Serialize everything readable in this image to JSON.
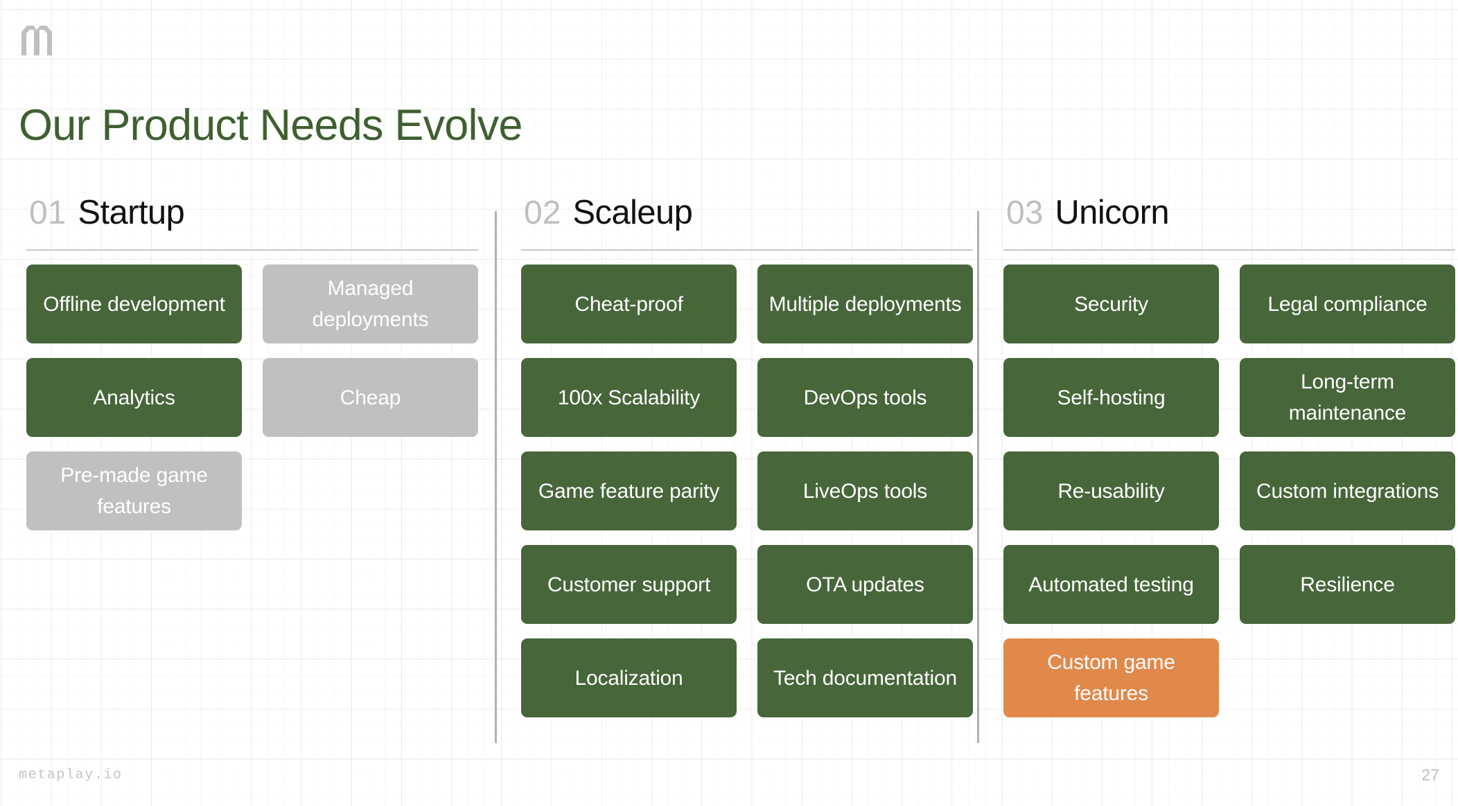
{
  "slide": {
    "logo_icon": "metaplay-m-logo",
    "title": "Our Product Needs Evolve",
    "title_color": "#3F6030",
    "background_color": "#FFFFFF"
  },
  "palette": {
    "green": "#47663A",
    "gray": "#C0C0C0",
    "orange": "#E0894B",
    "number_gray": "#BFBFBF",
    "rule_gray": "#C9C9C9",
    "divider_gray": "#AFAFAF"
  },
  "columns": [
    {
      "number": "01",
      "name": "Startup",
      "cards": [
        {
          "label": "Offline development",
          "tone": "green"
        },
        {
          "label": "Managed deployments",
          "tone": "gray"
        },
        {
          "label": "Analytics",
          "tone": "green"
        },
        {
          "label": "Cheap",
          "tone": "gray"
        },
        {
          "label": "Pre-made game features",
          "tone": "gray"
        },
        {
          "label": "",
          "tone": "empty"
        }
      ]
    },
    {
      "number": "02",
      "name": "Scaleup",
      "cards": [
        {
          "label": "Cheat-proof",
          "tone": "green"
        },
        {
          "label": "Multiple deployments",
          "tone": "green"
        },
        {
          "label": "100x Scalability",
          "tone": "green"
        },
        {
          "label": "DevOps tools",
          "tone": "green"
        },
        {
          "label": "Game feature parity",
          "tone": "green"
        },
        {
          "label": "LiveOps tools",
          "tone": "green"
        },
        {
          "label": "Customer support",
          "tone": "green"
        },
        {
          "label": "OTA updates",
          "tone": "green"
        },
        {
          "label": "Localization",
          "tone": "green"
        },
        {
          "label": "Tech documentation",
          "tone": "green"
        }
      ]
    },
    {
      "number": "03",
      "name": "Unicorn",
      "cards": [
        {
          "label": "Security",
          "tone": "green"
        },
        {
          "label": "Legal compliance",
          "tone": "green"
        },
        {
          "label": "Self-hosting",
          "tone": "green"
        },
        {
          "label": "Long-term maintenance",
          "tone": "green"
        },
        {
          "label": "Re-usability",
          "tone": "green"
        },
        {
          "label": "Custom integrations",
          "tone": "green"
        },
        {
          "label": "Automated testing",
          "tone": "green"
        },
        {
          "label": "Resilience",
          "tone": "green"
        },
        {
          "label": "Custom game features",
          "tone": "orange"
        },
        {
          "label": "",
          "tone": "empty"
        }
      ]
    }
  ],
  "footer": {
    "brand": "metaplay.io",
    "page_number": "27"
  }
}
